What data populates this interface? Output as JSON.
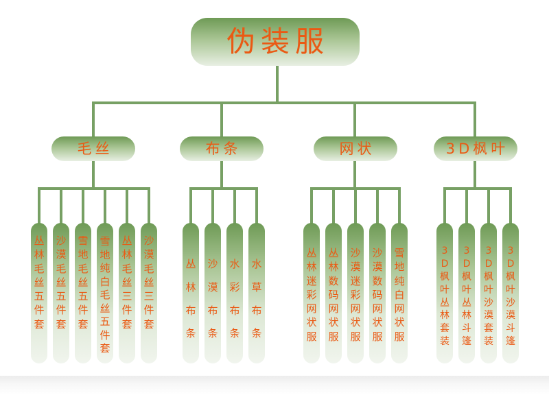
{
  "root": "伪装服",
  "categories": [
    {
      "label": "毛丝",
      "items": [
        "丛林毛丝五件套",
        "沙漠毛丝五件套",
        "雪地毛丝五件套",
        "雪地纯白毛丝五件套",
        "丛林毛丝三件套",
        "沙漠毛丝三件套"
      ]
    },
    {
      "label": "布条",
      "items": [
        "丛林布条",
        "沙漠布条",
        "水彩布条",
        "水草布条"
      ]
    },
    {
      "label": "网状",
      "items": [
        "丛林迷彩网状服",
        "丛林数码网状服",
        "沙漠迷彩网状服",
        "沙漠数码网状服",
        "雪地纯白网状服"
      ]
    },
    {
      "label": "3D枫叶",
      "items": [
        "3D枫叶丛林套装",
        "3D枫叶丛林斗篷",
        "3D枫叶沙漠套装",
        "3D枫叶沙漠斗篷"
      ]
    }
  ],
  "colors": {
    "connector": "#77a064",
    "text": "#ea5a14",
    "node_dark": "#6e9a55",
    "node_light": "#e8efe3"
  }
}
